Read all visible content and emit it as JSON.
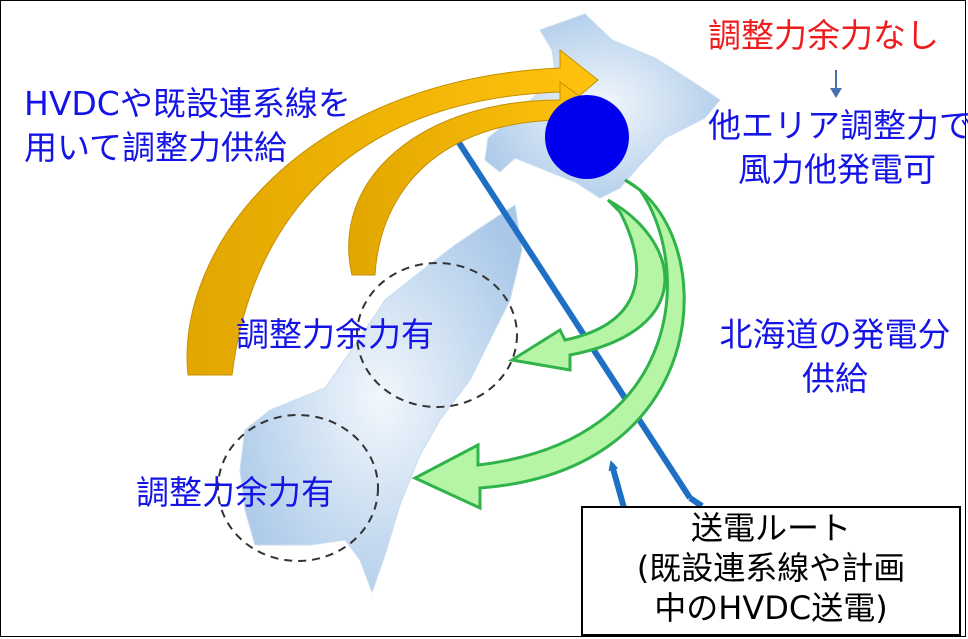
{
  "labels": {
    "no_reserve": "調整力余力なし",
    "other_area_line1": "他エリア調整力で",
    "other_area_line2": "風力他発電可",
    "hvdc_line1": "HVDCや既設連系線を",
    "hvdc_line2": "用いて調整力供給",
    "reserve_1": "調整力余力有",
    "reserve_2": "調整力余力有",
    "hokkaido_supply_line1": "北海道の発電分",
    "hokkaido_supply_line2": "供給"
  },
  "route_box": {
    "line1": "送電ルート",
    "line2": "(既設連系線や計画",
    "line3": "中のHVDC送電)"
  },
  "colors": {
    "label_blue": "#1414e6",
    "label_red": "#ee1c1c",
    "yellow_arrow": "#f5b800",
    "green_arrow": "#b6f5a6",
    "green_arrow_border": "#2fb34a",
    "route_line": "#1f6fc4",
    "node_circle": "#0000ee",
    "land": "#b9d3ec"
  }
}
